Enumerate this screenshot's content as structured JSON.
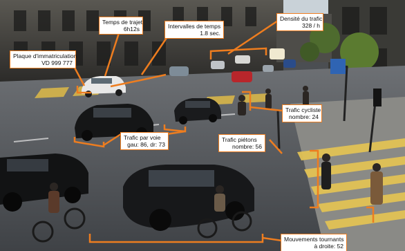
{
  "annotations": {
    "accent_color": "#ee7d1f",
    "plate": {
      "title": "Plaque d'immatriculation",
      "value": "VD 999 777"
    },
    "travel_time": {
      "title": "Temps de trajet",
      "value": "6h12s"
    },
    "time_intervals": {
      "title": "Intervalles de temps",
      "value": "1.8 sec."
    },
    "traffic_density": {
      "title": "Densité du trafic",
      "value": "328 / h"
    },
    "cyclist_traffic": {
      "title": "Trafic cycliste",
      "value": "nombre: 24"
    },
    "lane_traffic": {
      "title": "Trafic par voie",
      "value": "gau: 86, dr: 73"
    },
    "pedestrian_traffic": {
      "title": "Trafic piétons",
      "value": "nombre: 56"
    },
    "turning_movements": {
      "title": "Mouvements tournants",
      "value": "à droite: 52"
    }
  }
}
